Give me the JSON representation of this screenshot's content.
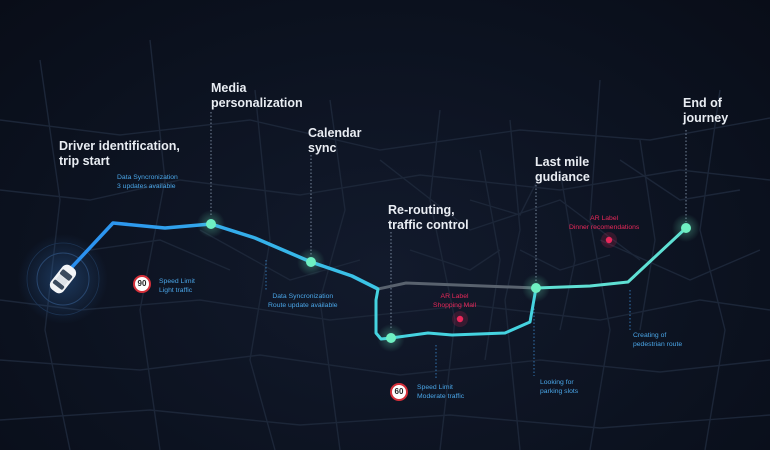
{
  "milestones": {
    "driver_id": [
      "Driver identification,",
      "trip start"
    ],
    "media": [
      "Media",
      "personalization"
    ],
    "calendar": [
      "Calendar",
      "sync"
    ],
    "rerouting": [
      "Re-routing,",
      "traffic control"
    ],
    "last_mile": [
      "Last mile",
      "gudiance"
    ],
    "end": [
      "End of",
      "journey"
    ]
  },
  "notes": {
    "data_sync_1": [
      "Data Syncronization",
      "3 updates available"
    ],
    "speed_limit_1": [
      "Speed Limit",
      "Light traffic"
    ],
    "data_sync_2": [
      "Data Syncronization",
      "Route update available"
    ],
    "ar_label_1": [
      "AR Label",
      "Shopping Mall"
    ],
    "speed_limit_2": [
      "Speed Limit",
      "Moderate traffic"
    ],
    "ar_label_2": [
      "AR Label",
      "Dinner recomendations"
    ],
    "parking": [
      "Looking for",
      "parking slots"
    ],
    "pedestrian": [
      "Creating of",
      "pedestrian route"
    ]
  },
  "speed_signs": {
    "sign_1": "90",
    "sign_2": "60"
  },
  "colors": {
    "background": "#0d1322",
    "route_blue": "#2f9ef0",
    "route_teal": "#5fe0d4",
    "route_gray": "#59626e",
    "node": "#6ff0c2",
    "ar_red": "#e8285a",
    "note_blue": "#4aa6e8",
    "speed_border": "#d5303a"
  },
  "icons": {
    "car": "car-icon",
    "ar_marker": "ar-marker-icon"
  }
}
